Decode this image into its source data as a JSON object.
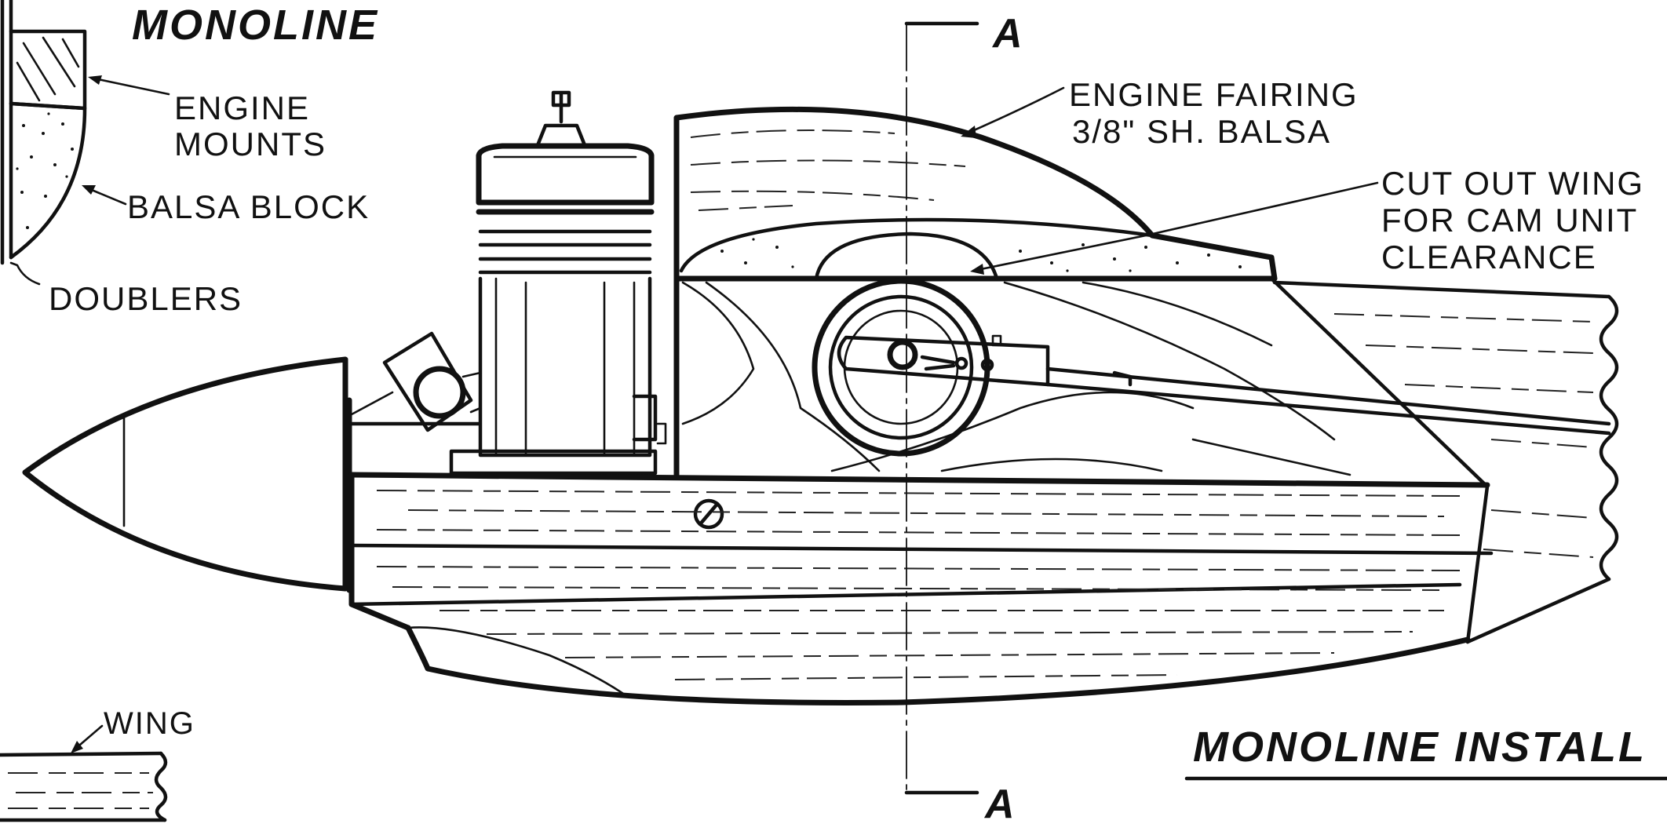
{
  "titles": {
    "top_left": "MONOLINE",
    "bottom_right": "MONOLINE INSTALL"
  },
  "labels": {
    "engine_mounts_1": "ENGINE",
    "engine_mounts_2": "MOUNTS",
    "balsa_block": "BALSA BLOCK",
    "doublers": "DOUBLERS",
    "engine_fairing_1": "ENGINE FAIRING",
    "engine_fairing_2": "3/8\" SH. BALSA",
    "cutout_1": "CUT OUT WING",
    "cutout_2": "FOR CAM UNIT",
    "cutout_3": "CLEARANCE",
    "wing": "WING"
  },
  "section": {
    "top": "A",
    "bottom": "A"
  }
}
